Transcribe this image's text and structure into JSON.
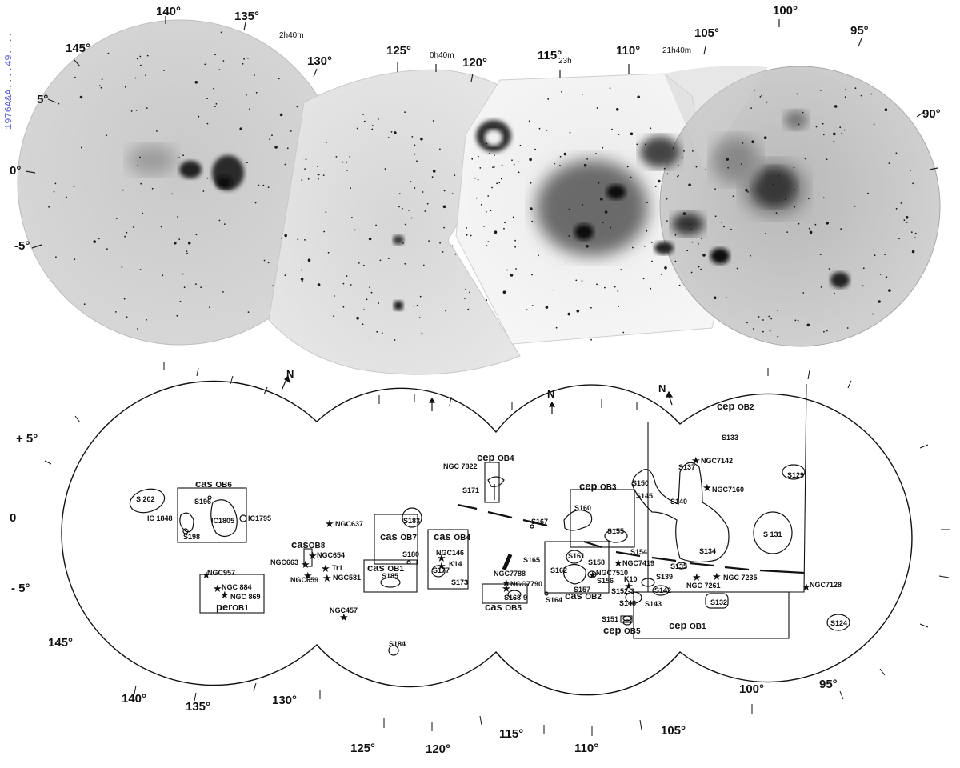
{
  "side_label": "1976A&A....49....",
  "photo_longitude_labels": [
    "140°",
    "135°",
    "130°",
    "145°",
    "125°",
    "120°",
    "115°",
    "110°",
    "105°",
    "100°",
    "95°"
  ],
  "photo_latitude_labels": [
    "5°",
    "0°",
    "-5°",
    "90°"
  ],
  "photo_ra_labels": [
    "2h40m",
    "0h40m",
    "23h",
    "21h40m"
  ],
  "map_latitude_labels": [
    "+ 5°",
    "0",
    "- 5°"
  ],
  "map_longitude_labels": [
    "145°",
    "140°",
    "135°",
    "130°",
    "125°",
    "120°",
    "115°",
    "110°",
    "105°",
    "100°",
    "95°"
  ],
  "north_label": "N",
  "groups": {
    "cas_ob6": [
      "cas",
      "OB6"
    ],
    "per_ob1": [
      "per",
      "OB1"
    ],
    "cas_ob8": [
      "cas",
      "OB8"
    ],
    "cas_ob7": [
      "cas",
      "OB7"
    ],
    "cas_ob1": [
      "cas",
      "OB1"
    ],
    "cas_ob4": [
      "cas",
      "OB4"
    ],
    "cas_ob5": [
      "cas",
      "OB5"
    ],
    "cas_ob2": [
      "cas",
      "OB2"
    ],
    "cep_ob4": [
      "cep",
      "OB4"
    ],
    "cep_ob3": [
      "cep",
      "OB3"
    ],
    "cep_ob2": [
      "cep",
      "OB2"
    ],
    "cep_ob1": [
      "cep",
      "OB1"
    ],
    "cep_ob5": [
      "cep",
      "OB5"
    ]
  },
  "objects": {
    "s202": "S 202",
    "s196": "S196",
    "ic1848": "IC 1848",
    "ic1805": "IC1805",
    "ic1795": "IC1795",
    "s198": "S198",
    "ngc957": "NGC957",
    "ngc884": "NGC 884",
    "ngc869": "NGC 869",
    "ngc637": "NGC637",
    "ngc654": "NGC654",
    "ngc663": "NGC663",
    "tr1": "Tr1",
    "ngc659": "NGC659",
    "ngc581": "NGC581",
    "ngc457": "NGC457",
    "s183": "S183",
    "s180": "S180",
    "s185": "S185",
    "ngc146": "NGC146",
    "k14": "K14",
    "s177": "S177",
    "s173": "S173",
    "s184": "S184",
    "ngc7822": "NGC 7822",
    "s171": "S171",
    "s167": "S167",
    "s165": "S165",
    "ngc7788": "NGC7788",
    "ngc7790": "NGC7790",
    "s168": "S168-9",
    "s160": "S160",
    "s155": "S155",
    "s161": "S161",
    "s158": "S158",
    "s162": "S162",
    "ngc7510": "NGC7510",
    "s156": "S156",
    "s157": "S157",
    "s164": "S164",
    "s154": "S154",
    "ngc7419": "NGC7419",
    "k10": "K10",
    "s1523": "S152-3",
    "s148": "S148",
    "s151": "S151",
    "s150": "S150",
    "s145": "S145",
    "s140": "S140",
    "s137": "S137",
    "ngc7142": "NGC7142",
    "ngc7160": "NGC7160",
    "s133": "S133",
    "s129": "S129",
    "s131": "S 131",
    "s134": "S134",
    "s135": "S135",
    "s139": "S139",
    "s142": "S142",
    "s143": "S143",
    "s132": "S132",
    "ngc7261": "NGC 7261",
    "ngc7235": "NGC 7235",
    "ngc7128": "NGC7128",
    "s124": "S124"
  }
}
